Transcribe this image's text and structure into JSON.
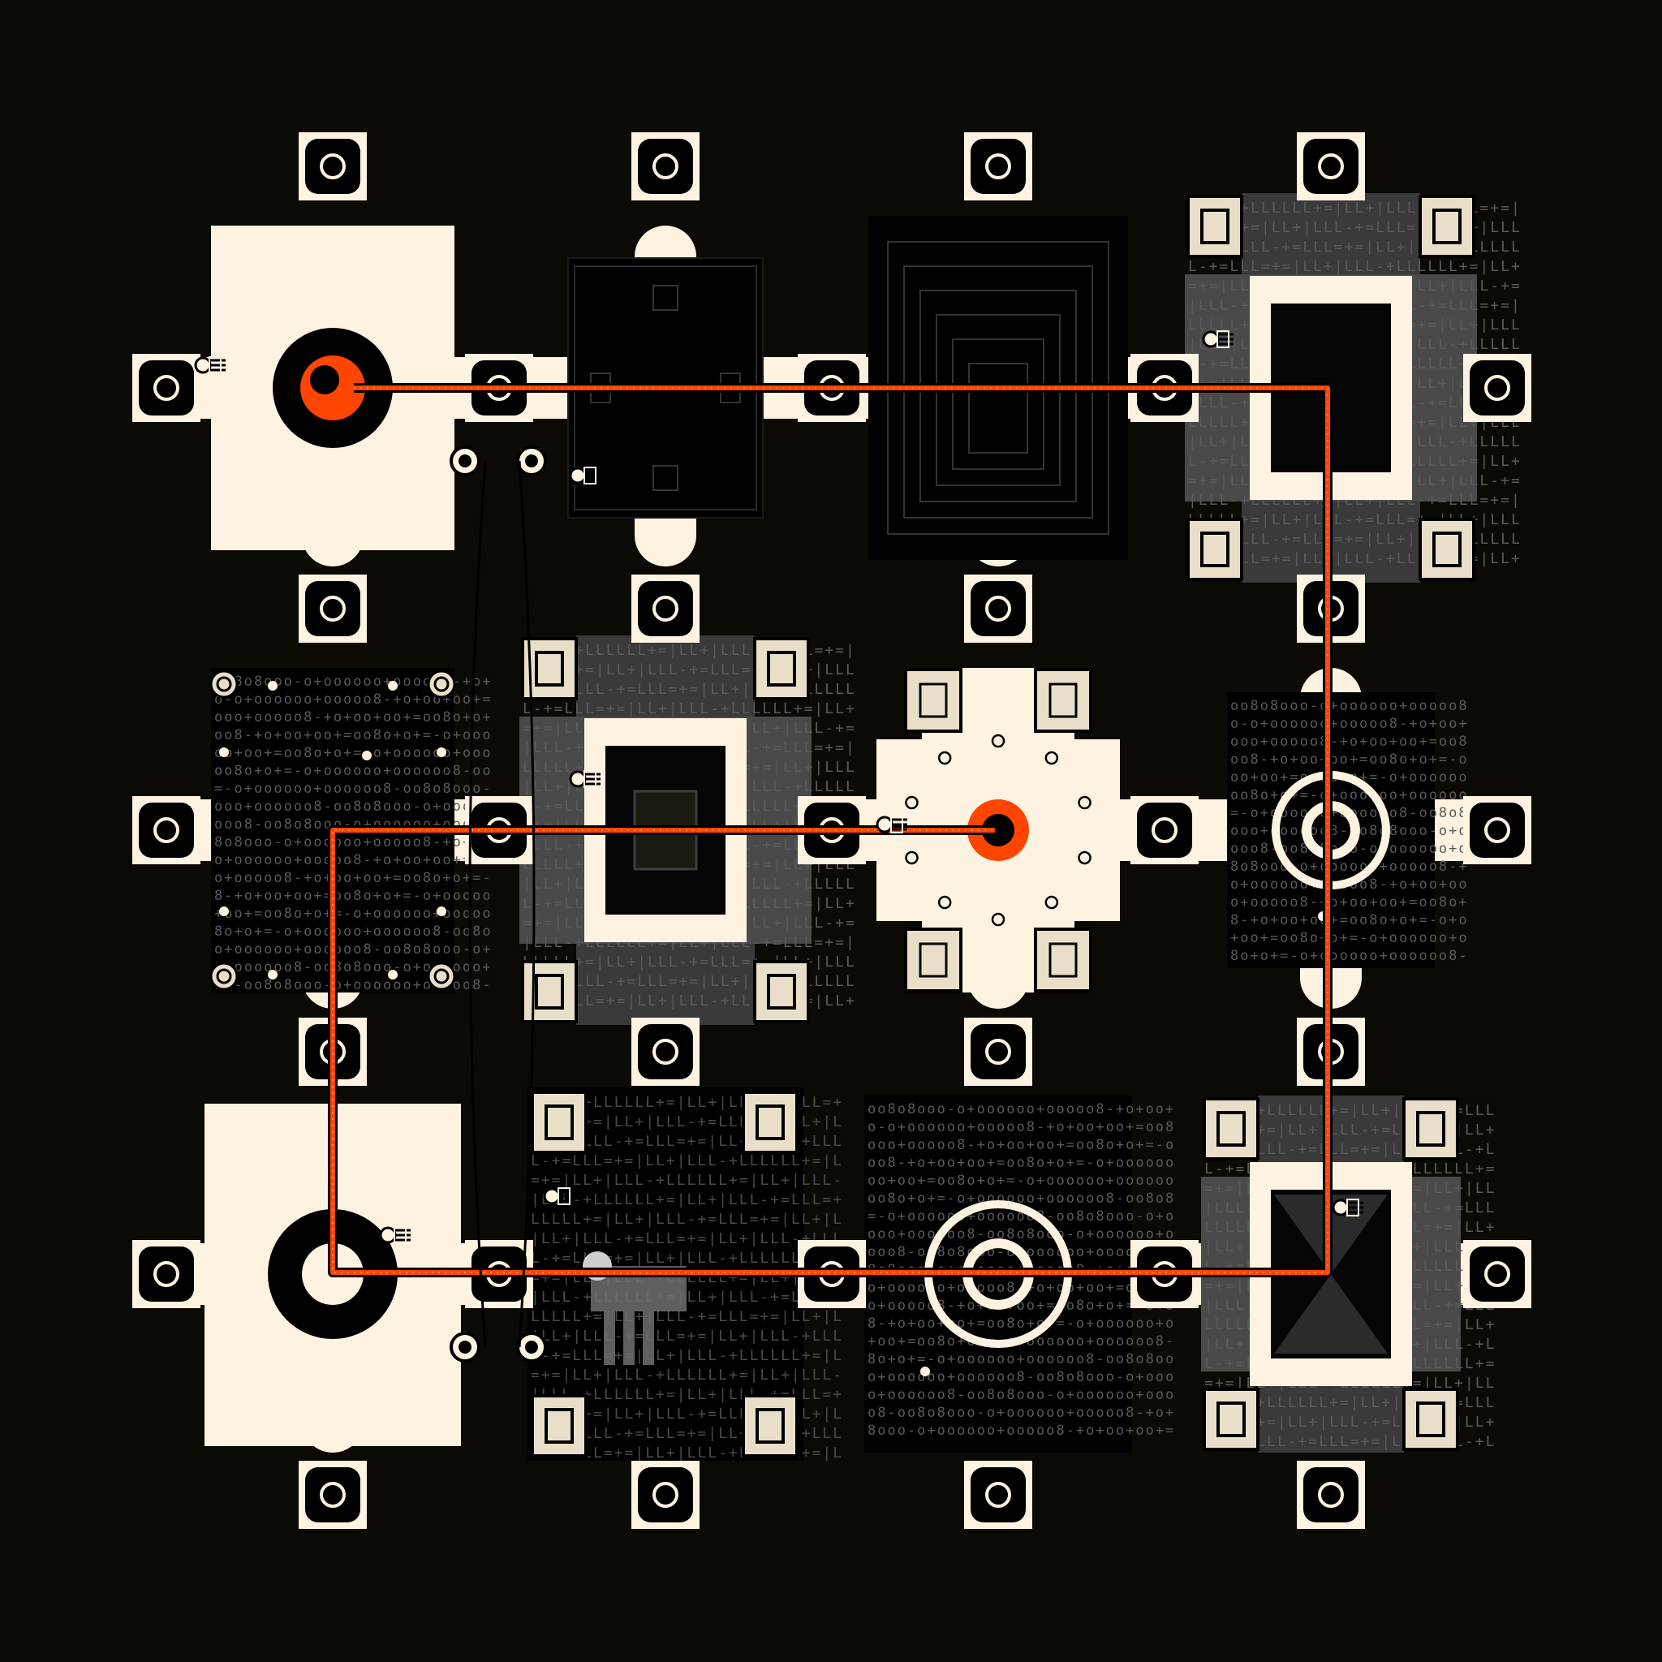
{
  "colors": {
    "background": "#0b0a05",
    "cream": "#fdf3e0",
    "black": "#000000",
    "dark_gray": "#3a3a3a",
    "mid_gray": "#4a4a4a",
    "tile_cream": "#e9dfc8",
    "accent": "#ff4500",
    "text_dim": "#5a5a5a"
  },
  "texture_text": {
    "glyph_pattern": "|LLL-+LLLLLL+=|LL+|LLL-+=LLL=+=|LL+",
    "dot_pattern": "oo8o8ooo-o+oooooo+ooooo8-+o+oo+oo+=oo8o+o+=-o+oooooo+oooooo8-"
  },
  "board": {
    "rows": 3,
    "cols": 4,
    "cells": [
      {
        "id": "r1c1",
        "kind": "cream-source",
        "icon": "source-orange-ring-icon"
      },
      {
        "id": "r1c2",
        "kind": "black-plain",
        "icon": "square-marks-icon"
      },
      {
        "id": "r1c3",
        "kind": "black-concentric",
        "icon": "concentric-rect-icon"
      },
      {
        "id": "r1c4",
        "kind": "gray-frame-corners",
        "icon": "frame-icon"
      },
      {
        "id": "r2c1",
        "kind": "black-dots",
        "icon": "dots-icon"
      },
      {
        "id": "r2c2",
        "kind": "gray-frame-corners",
        "icon": "frame-icon"
      },
      {
        "id": "r2c3",
        "kind": "cream-cross-dots",
        "icon": "target-orange-icon"
      },
      {
        "id": "r2c4",
        "kind": "black-dots-ring",
        "icon": "ring-icon"
      },
      {
        "id": "r3c1",
        "kind": "cream-ring",
        "icon": "ring-black-icon"
      },
      {
        "id": "r3c2",
        "kind": "black-glyph-figure",
        "icon": "figure-icon"
      },
      {
        "id": "r3c3",
        "kind": "black-dots-ring",
        "icon": "ring-icon"
      },
      {
        "id": "r3c4",
        "kind": "gray-frame-hourglass",
        "icon": "hourglass-icon"
      }
    ]
  },
  "level": {
    "name": ""
  }
}
